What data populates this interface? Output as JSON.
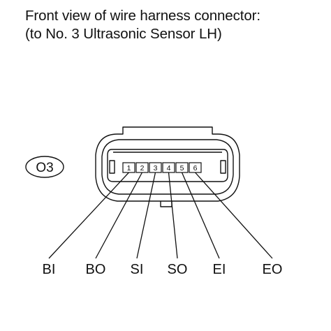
{
  "title": {
    "line1": "Front view of wire harness connector:",
    "line2": "(to No. 3 Ultrasonic Sensor LH)"
  },
  "connector": {
    "code": "O3",
    "pins": [
      {
        "number": "1",
        "signal": "BI"
      },
      {
        "number": "2",
        "signal": "BO"
      },
      {
        "number": "3",
        "signal": "SI"
      },
      {
        "number": "4",
        "signal": "SO"
      },
      {
        "number": "5",
        "signal": "EI"
      },
      {
        "number": "6",
        "signal": "EO"
      }
    ]
  },
  "colors": {
    "line": "#111111",
    "background": "#ffffff"
  }
}
